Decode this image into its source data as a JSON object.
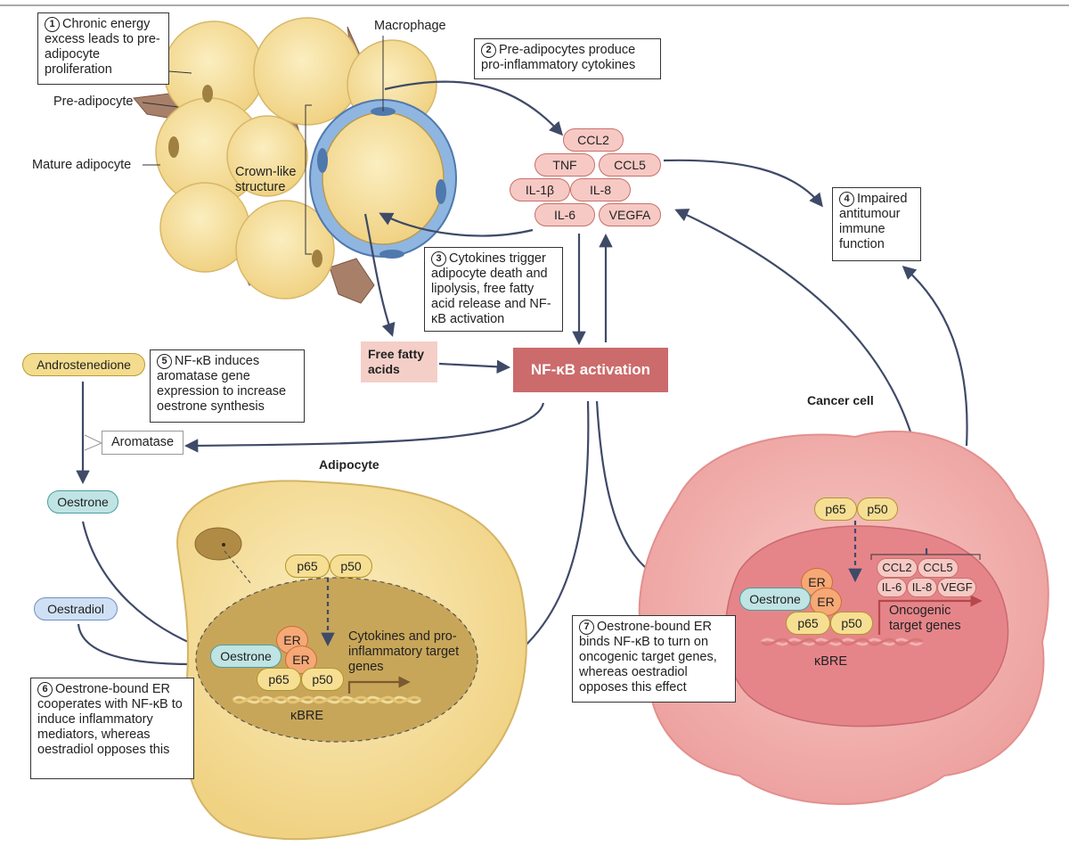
{
  "step1": {
    "num": "1",
    "text": "Chronic energy excess leads to pre-adipocyte proliferation"
  },
  "step2": {
    "num": "2",
    "text": "Pre-adipocytes produce pro-inflammatory cytokines"
  },
  "step3": {
    "num": "3",
    "text": "Cytokines trigger adipocyte death and lipolysis, free fatty acid release and NF-κB activation"
  },
  "step4": {
    "num": "4",
    "text": "Impaired antitumour immune function"
  },
  "step5": {
    "num": "5",
    "text": "NF-κB induces aromatase gene expression to increase oestrone synthesis"
  },
  "step6": {
    "num": "6",
    "text": "Oestrone-bound ER cooperates with NF-κB to induce inflammatory mediators, whereas oestradiol opposes this"
  },
  "step7": {
    "num": "7",
    "text": "Oestrone-bound ER binds NF-κB to turn on oncogenic target genes, whereas oestradiol opposes this effect"
  },
  "labels": {
    "macrophage": "Macrophage",
    "pre_adipocyte": "Pre-adipocyte",
    "mature_adipocyte": "Mature adipocyte",
    "crown_like": "Crown-like structure",
    "adipocyte": "Adipocyte",
    "cancer_cell": "Cancer cell",
    "free_fatty_acids": "Free fatty acids",
    "nfkb_activation": "NF-κB activation",
    "aromatase": "Aromatase",
    "cytokine_genes": "Cytokines and pro-inflammatory target genes",
    "oncogenic_genes": "Oncogenic target genes",
    "kbre": "κBRE"
  },
  "cytokines": [
    "CCL2",
    "TNF",
    "CCL5",
    "IL-1β",
    "IL-8",
    "IL-6",
    "VEGFA"
  ],
  "cancer_cytokines": [
    "CCL2",
    "CCL5",
    "IL-6",
    "IL-8",
    "VEGF"
  ],
  "molecules": {
    "androstenedione": "Androstenedione",
    "oestrone": "Oestrone",
    "oestradiol": "Oestradiol",
    "p65": "p65",
    "p50": "p50",
    "er": "ER"
  },
  "colors": {
    "arrow": "#3f4a68",
    "nfkb": "#cc6b6b",
    "adipocyte": "#f5dd94",
    "cancer_outer": "#f1b2ad",
    "cancer_nucleus": "#e5858a",
    "macrophage_blue": "#8fb6e0",
    "pre_adipocyte_brown": "#a8806a"
  }
}
